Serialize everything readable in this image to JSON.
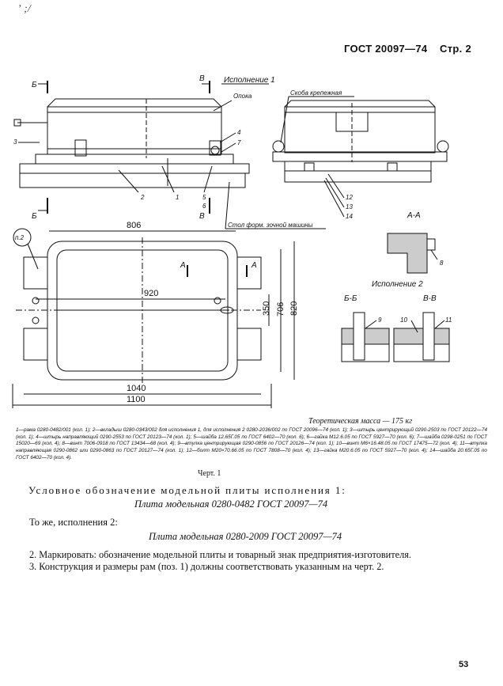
{
  "header": {
    "standard": "ГОСТ 20097—74",
    "page": "Стр. 2"
  },
  "drawing": {
    "labels": {
      "execution1": "Исполнение 1",
      "flask": "Опока",
      "bracket": "Скоба крепежная",
      "table": "Стол форм. зочной машины",
      "execution2": "Исполнение 2",
      "section_aa": "А-А",
      "section_bb": "Б-Б",
      "section_vv": "В-В",
      "cut_b": "Б",
      "cut_v": "В",
      "cut_a": "А",
      "pos_note": "п.2"
    },
    "dimensions": {
      "d806": "806",
      "d920": "920",
      "d350": "350",
      "d706": "706",
      "d820": "820",
      "d1040": "1040",
      "d1100": "1100"
    },
    "positions": {
      "p1": "1",
      "p2": "2",
      "p3": "3",
      "p4": "4",
      "p5": "5",
      "p6": "6",
      "p7": "7",
      "p8": "8",
      "p9": "9",
      "p10": "10",
      "p11": "11",
      "p12": "12",
      "p13": "13",
      "p14": "14"
    }
  },
  "mass": "Теоретическая масса — 175 кг",
  "legend": "1—рама 0280-0482/001 (кол. 1); 2—вкладыш 0280-0343/002 для исполнения 1, для исполнения 2 0280-2036/002 по ГОСТ 20096—74 (кол. 1); 3—штырь центрирующий 0290-2503 по ГОСТ 20122—74 (кол. 1); 4—штырь направляющий 0290-2553 по ГОСТ 20123—74 (кол. 1); 5—шайба 12.65Г.05 по ГОСТ 6402—70 (кол. 6); 6—гайка М12.6.05 по ГОСТ 5927—70 (кол. 6); 7—шайба 0298-0251 по ГОСТ 15020—69 (кол. 4); 8—винт 7006-0918 по ГОСТ 13434—68 (кол. 4); 9—втулка центрирующая 0290-0856 по ГОСТ 20126—74 (кол. 1); 10—винт М6×16.48.05 по ГОСТ 17475—72 (кол. 4); 11—втулка направляющая 0290-0862 или 0290-0863 по ГОСТ 20127—74 (кол. 1); 12—болт М20×70.66.05 по ГОСТ 7808—70 (кол. 4); 13—гайка М20.6.05 по ГОСТ 5927—70 (кол. 4); 14—шайба 20.65Г.05 по ГОСТ 6402—70 (кол. 4).",
  "figure_caption": "Черт. 1",
  "designation_heading": "Условное обозначение модельной плиты исполнения 1:",
  "plate1": "Плита модельная 0280-0482 ГОСТ 20097—74",
  "also_heading": "То же, исполнения 2:",
  "plate2": "Плита модельная 0280-2009 ГОСТ 20097—74",
  "items": [
    "2. Маркировать: обозначение модельной плиты и товарный знак предприятия-изготовителя.",
    "3. Конструкция и размеры рам (поз. 1) должны соответствовать указанным на черт. 2."
  ],
  "page_number": "53"
}
